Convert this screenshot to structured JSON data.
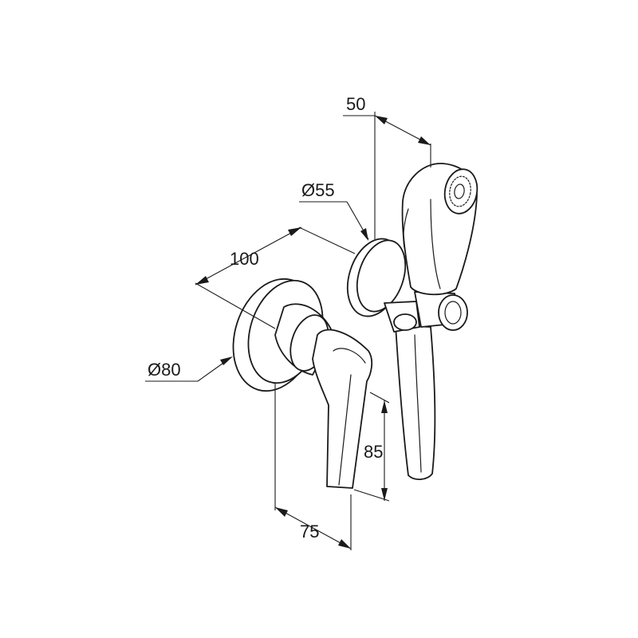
{
  "dimensions": {
    "width_top": "50",
    "outlet_diameter": "Ø55",
    "depth": "100",
    "rosette_diameter": "Ø80",
    "lever_height": "85",
    "lever_projection": "75"
  },
  "colors": {
    "line": "#1a1a1a",
    "background": "#ffffff"
  }
}
